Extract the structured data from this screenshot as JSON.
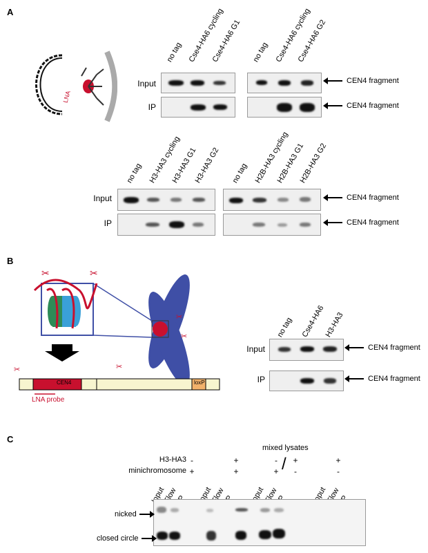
{
  "panel_a": {
    "label": "A",
    "lna_label": "LNA",
    "blot1": {
      "lanes": [
        "no tag",
        "Cse4-HA6 cycling",
        "Cse4-HA6 G1"
      ]
    },
    "blot2": {
      "lanes": [
        "no tag",
        "Cse4-HA6 cycling",
        "Cse4-HA6 G2"
      ]
    },
    "blot3": {
      "lanes": [
        "no tag",
        "H3-HA3 cycling",
        "H3-HA3 G1",
        "H3-HA3 G2"
      ]
    },
    "blot4": {
      "lanes": [
        "no tag",
        "H2B-HA3 cycling",
        "H2B-HA3 G1",
        "H2B-HA3 G2"
      ]
    },
    "row_input": "Input",
    "row_ip": "IP",
    "fragment": "CEN4 fragment"
  },
  "panel_b": {
    "label": "B",
    "cen4": "CEN4",
    "loxp": "loxP",
    "lna_probe": "LNA probe",
    "lanes": [
      "no tag",
      "Cse4-HA6",
      "H3-HA3"
    ],
    "row_input": "Input",
    "row_ip": "IP",
    "fragment": "CEN4 fragment"
  },
  "panel_c": {
    "label": "C",
    "mixed": "mixed lysates",
    "h3_label": "H3-HA3",
    "mini_label": "minichromosome",
    "h3_signs": [
      "-",
      "+",
      "-",
      "+",
      "+"
    ],
    "mini_signs": [
      "+",
      "+",
      "+",
      "-",
      "-"
    ],
    "slash": "/",
    "lanes": [
      "Input",
      "Flow",
      "IP"
    ],
    "nicked": "nicked",
    "closed": "closed circle"
  },
  "colors": {
    "red": "#c8102e",
    "blue": "#3f4fa6",
    "green": "#2e8b57",
    "cream": "#f7f5cf",
    "orange": "#f2b26b"
  }
}
